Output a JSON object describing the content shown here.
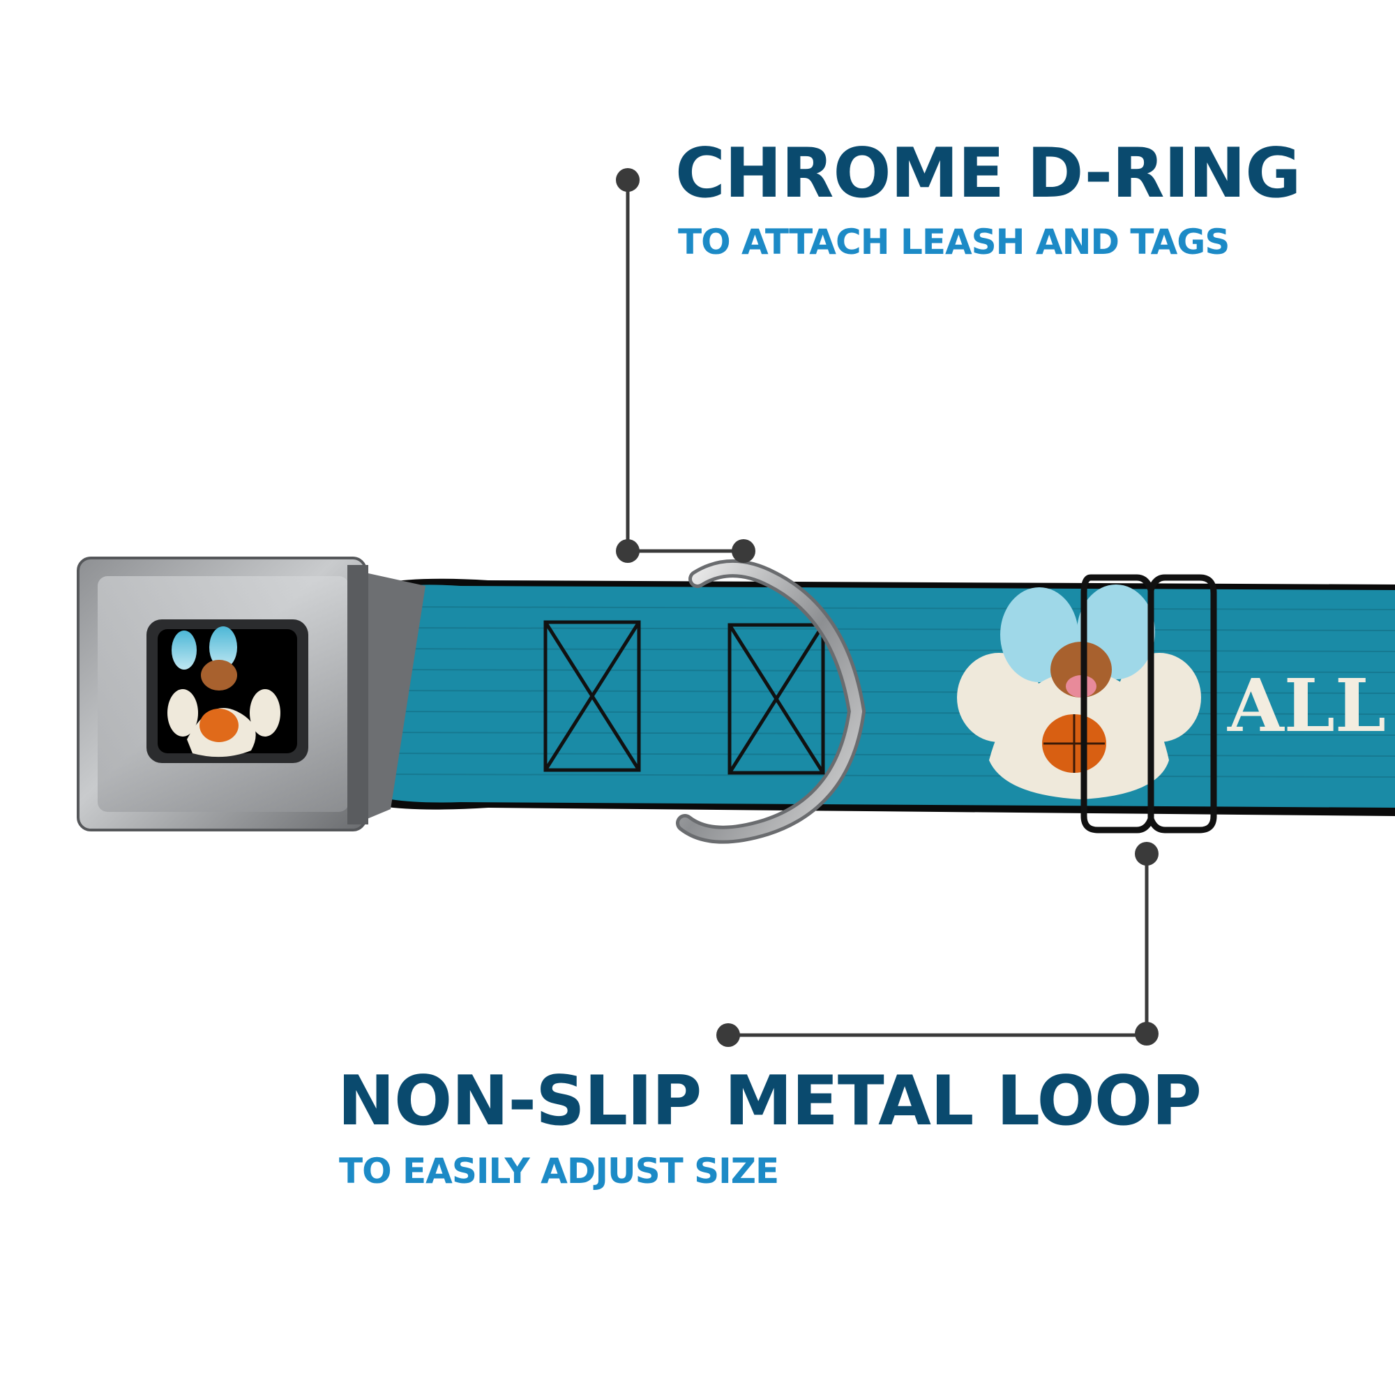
{
  "callouts": {
    "d_ring": {
      "title": "CHROME D-RING",
      "subtitle": "TO ATTACH LEASH AND TAGS"
    },
    "loop": {
      "title": "NON-SLIP METAL LOOP",
      "subtitle": "TO EASILY ADJUST SIZE"
    }
  },
  "strap": {
    "text": "ALL"
  },
  "colors": {
    "strap": "#1a8ba6",
    "title": "#0a4a6e",
    "subtitle": "#1c8ac6",
    "leader": "#3a3a3a"
  }
}
